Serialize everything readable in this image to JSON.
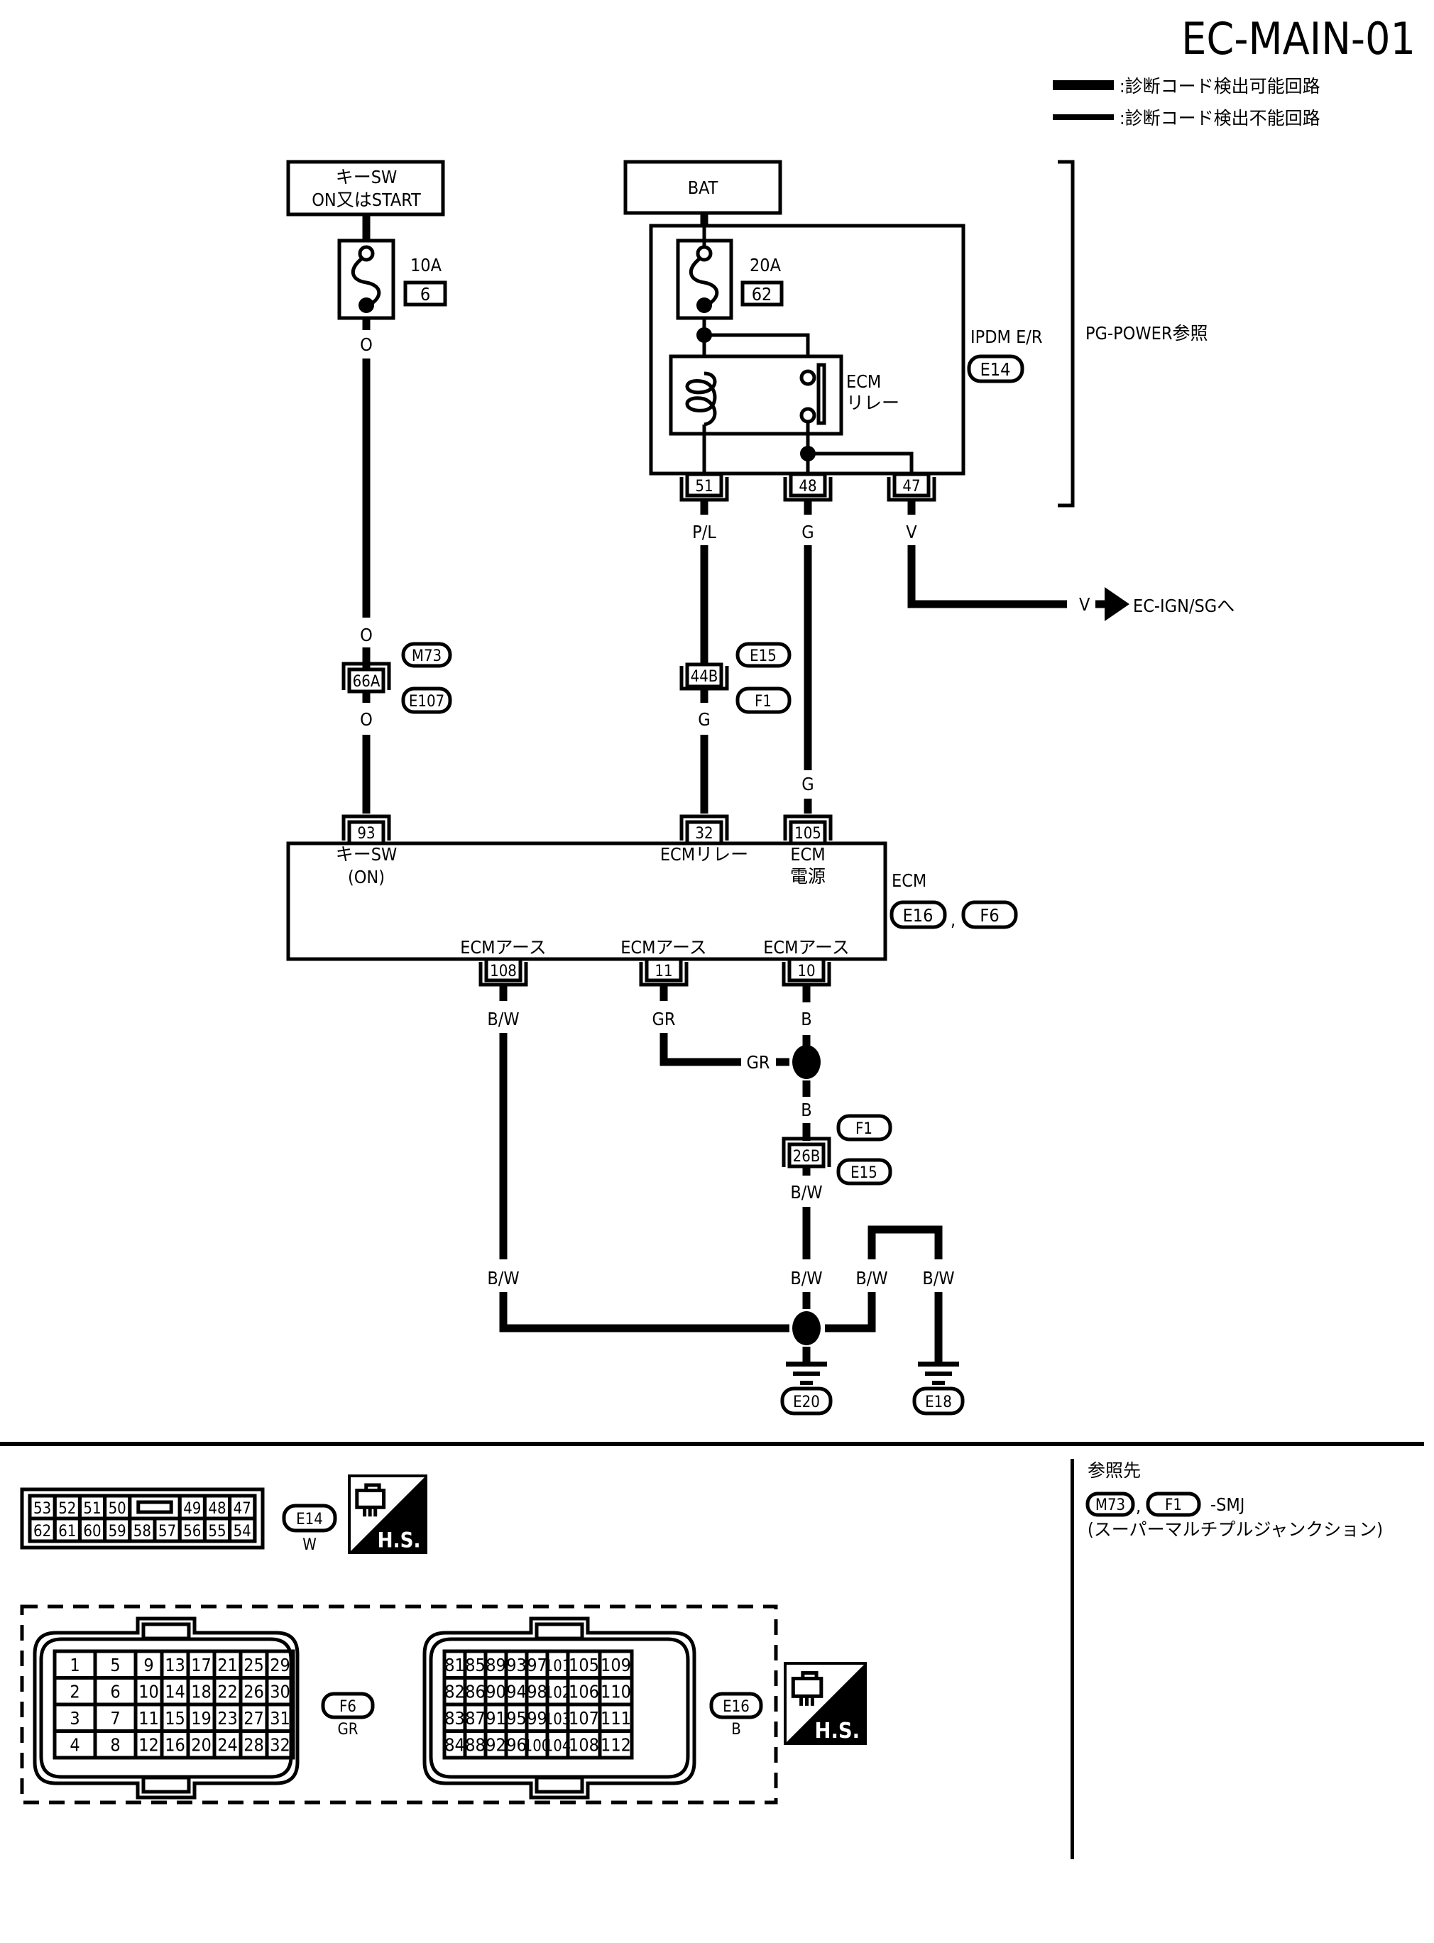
{
  "page_id": "EC-MAIN-01",
  "legend": {
    "thick_line": ":診断コード検出可能回路",
    "thin_line": ":診断コード検出不能回路"
  },
  "colors": {
    "ink": "#000000",
    "paper": "#ffffff"
  },
  "sources": {
    "key_sw": {
      "line1": "キーSW",
      "line2": "ON又はSTART"
    },
    "battery": {
      "label": "BAT"
    }
  },
  "fuses": [
    {
      "rating": "10A",
      "number": "6"
    },
    {
      "rating": "20A",
      "number": "62"
    }
  ],
  "ipdm": {
    "name": "IPDM E/R",
    "connector": "E14",
    "relay_line1": "ECM",
    "relay_line2": "リレー",
    "reference": "PG-POWER参照",
    "pins": [
      {
        "pin": "51",
        "wire": "P/L"
      },
      {
        "pin": "48",
        "wire": "G"
      },
      {
        "pin": "47",
        "wire": "V"
      }
    ]
  },
  "off_page": {
    "wire": "V",
    "target": "EC-IGN/SGへ"
  },
  "joints": [
    {
      "pin": "66A",
      "wire_top": "O",
      "wire_bottom": "O",
      "conn_top": "M73",
      "conn_bottom": "E107",
      "wire_at_fuse": "O"
    },
    {
      "pin": "44B",
      "wire_bottom": "G",
      "conn_top": "E15",
      "conn_bottom": "F1"
    },
    {
      "pin": "26B",
      "wire_top": "B",
      "wire_bottom": "B/W",
      "conn_top": "F1",
      "conn_bottom": "E15"
    }
  ],
  "ecm": {
    "name": "ECM",
    "connectors": [
      "E16",
      "F6"
    ],
    "separator": ",",
    "top_pins": [
      {
        "pin": "93",
        "label1": "キーSW",
        "label2": "(ON)"
      },
      {
        "pin": "32",
        "label1": "ECMリレー",
        "label2": ""
      },
      {
        "pin": "105",
        "label1": "ECM",
        "label2": "電源",
        "wire": "G"
      }
    ],
    "bottom_pins": [
      {
        "pin": "108",
        "label": "ECMアース",
        "wire": "B/W"
      },
      {
        "pin": "11",
        "label": "ECMアース",
        "wire": "GR"
      },
      {
        "pin": "10",
        "label": "ECMアース",
        "wire": "B"
      }
    ]
  },
  "ground_wires": {
    "gr_splice": "GR",
    "bw": "B/W"
  },
  "grounds": [
    "E20",
    "E18"
  ],
  "reference_panel": {
    "heading": "参照先",
    "conn1": "M73",
    "conn2": "F1",
    "sep": ",",
    "suffix": "-SMJ",
    "note": "(スーパーマルチプルジャンクション)"
  },
  "connector_views": {
    "e14": {
      "id": "E14",
      "color": "W",
      "row1": [
        "53",
        "52",
        "51",
        "50",
        "",
        "49",
        "48",
        "47"
      ],
      "row2": [
        "62",
        "61",
        "60",
        "59",
        "58",
        "57",
        "56",
        "55",
        "54"
      ]
    },
    "f6": {
      "id": "F6",
      "color": "GR",
      "rows": [
        [
          "1",
          "5",
          "9",
          "13",
          "17",
          "21",
          "25",
          "29"
        ],
        [
          "2",
          "6",
          "10",
          "14",
          "18",
          "22",
          "26",
          "30"
        ],
        [
          "3",
          "7",
          "11",
          "15",
          "19",
          "23",
          "27",
          "31"
        ],
        [
          "4",
          "8",
          "12",
          "16",
          "20",
          "24",
          "28",
          "32"
        ]
      ]
    },
    "e16": {
      "id": "E16",
      "color": "B",
      "rows": [
        [
          "81",
          "85",
          "89",
          "93",
          "97",
          "101",
          "105",
          "109"
        ],
        [
          "82",
          "86",
          "90",
          "94",
          "98",
          "102",
          "106",
          "110"
        ],
        [
          "83",
          "87",
          "91",
          "95",
          "99",
          "103",
          "107",
          "111"
        ],
        [
          "84",
          "88",
          "92",
          "96",
          "100",
          "104",
          "108",
          "112"
        ]
      ]
    },
    "hs_badge": "H.S."
  }
}
